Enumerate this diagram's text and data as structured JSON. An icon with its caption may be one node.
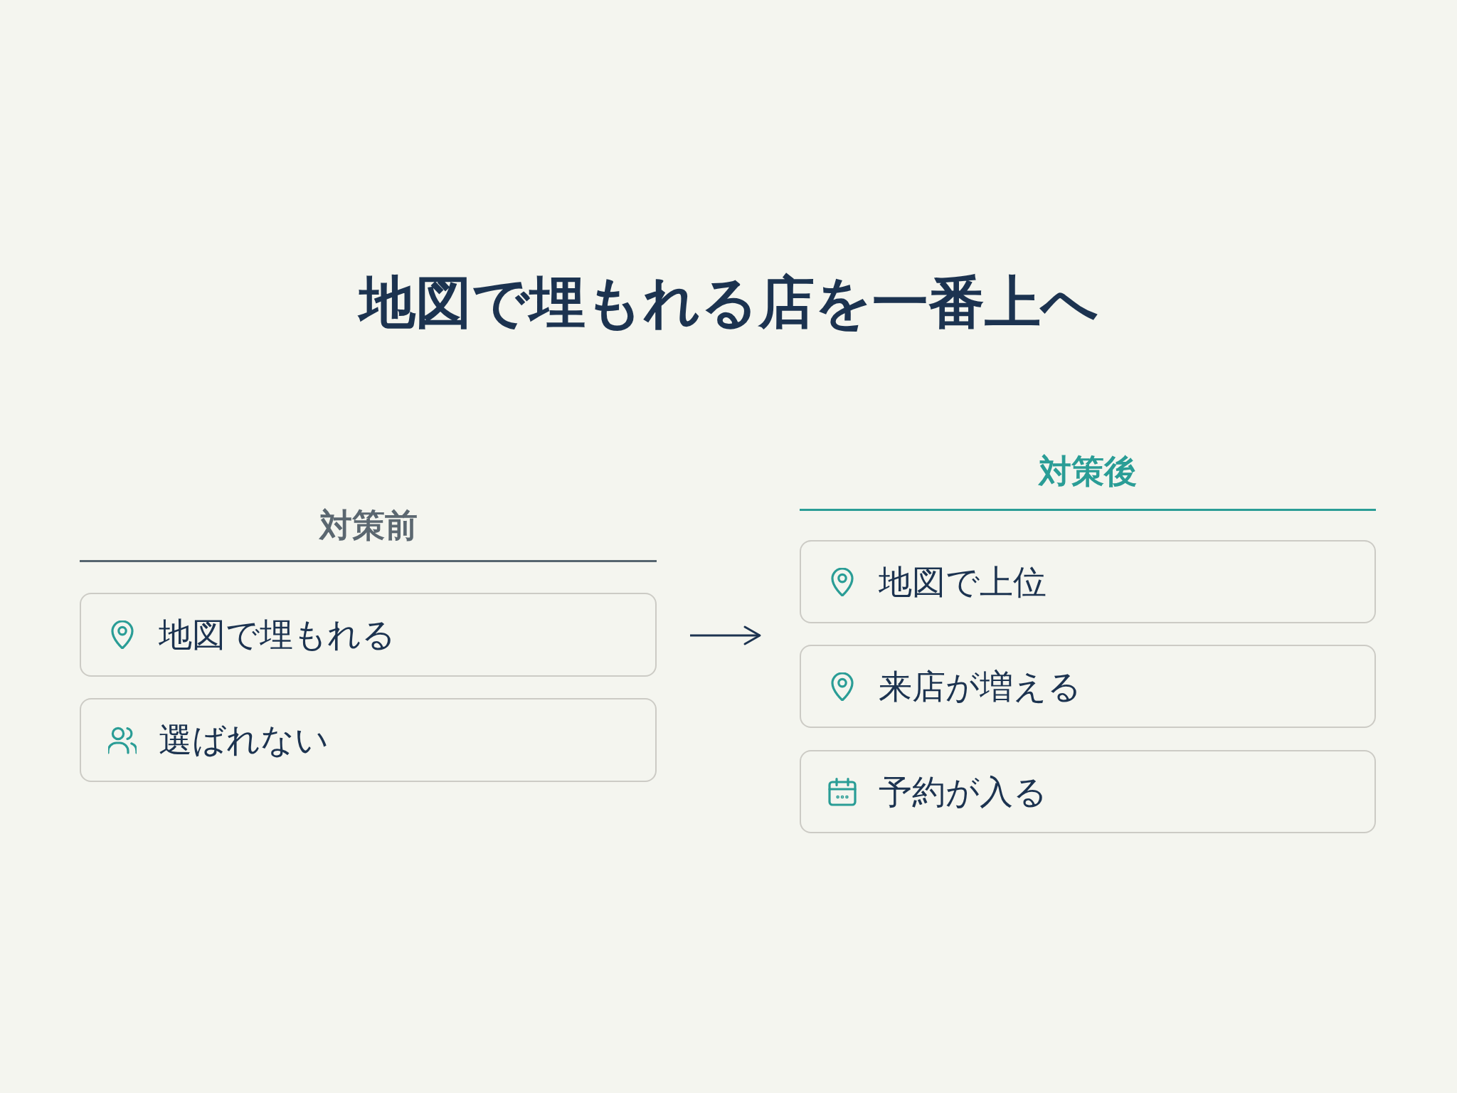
{
  "diagram": {
    "title": "地図で埋もれる店を一番上へ",
    "nodes": [
      {
        "text": [
          "対策前"
        ]
      },
      {
        "text": [
          "地図で埋もれる"
        ],
        "in": 0
      },
      {
        "text": [
          "選ばれない"
        ],
        "in": 0
      },
      {
        "text": [
          "対策後"
        ]
      },
      {
        "text": [
          "地図で上位"
        ],
        "in": 3
      },
      {
        "text": [
          "来店が増える"
        ],
        "in": 3
      },
      {
        "text": [
          "予約が入る"
        ],
        "in": 3
      }
    ],
    "edges": [
      {
        "from": 0,
        "to": 3,
        "arrow": "to"
      }
    ]
  }
}
